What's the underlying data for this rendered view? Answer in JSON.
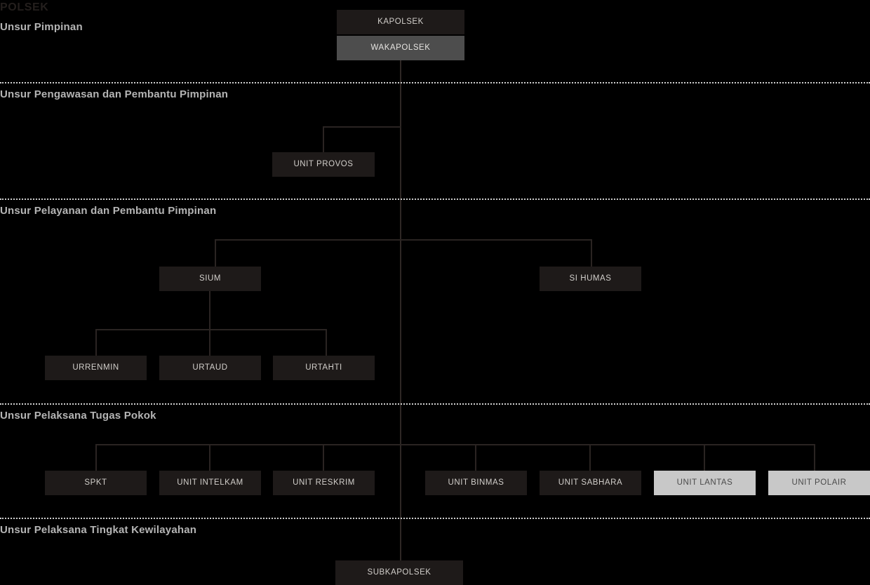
{
  "chart": {
    "title": "POLSEK",
    "bands": [
      {
        "label": "Unsur Pimpinan"
      },
      {
        "label": "Unsur Pengawasan dan Pembantu Pimpinan"
      },
      {
        "label": "Unsur Pelayanan dan Pembantu Pimpinan"
      },
      {
        "label": "Unsur Pelaksana Tugas Pokok"
      },
      {
        "label": "Unsur Pelaksana Tingkat Kewilayahan"
      }
    ],
    "nodes": {
      "kapolsek": "KAPOLSEK",
      "wakapolsek": "WAKAPOLSEK",
      "unit_provos": "UNIT PROVOS",
      "sium": "SIUM",
      "si_humas": "SI HUMAS",
      "urrenmin": "URRENMIN",
      "urtaud": "URTAUD",
      "urtahti": "URTAHTI",
      "spkt": "SPKT",
      "unit_intelkam": "UNIT INTELKAM",
      "unit_reskrim": "UNIT RESKRIM",
      "unit_binmas": "UNIT BINMAS",
      "unit_sabhara": "UNIT SABHARA",
      "unit_lantas": "UNIT LANTAS",
      "unit_polair": "UNIT POLAIR",
      "subkapolsek": "SUBKAPOLSEK"
    },
    "colors": {
      "background": "#000000",
      "node_dark": "#1e1a19",
      "node_gray": "#4d4d4d",
      "node_light": "#c8c8c8",
      "node_text_light": "#d2cfcb",
      "node_text_dark": "#4a4a4a",
      "band_label": "#b5b5b5",
      "divider": "#cfcfcf",
      "connector": "#2a2422"
    }
  }
}
